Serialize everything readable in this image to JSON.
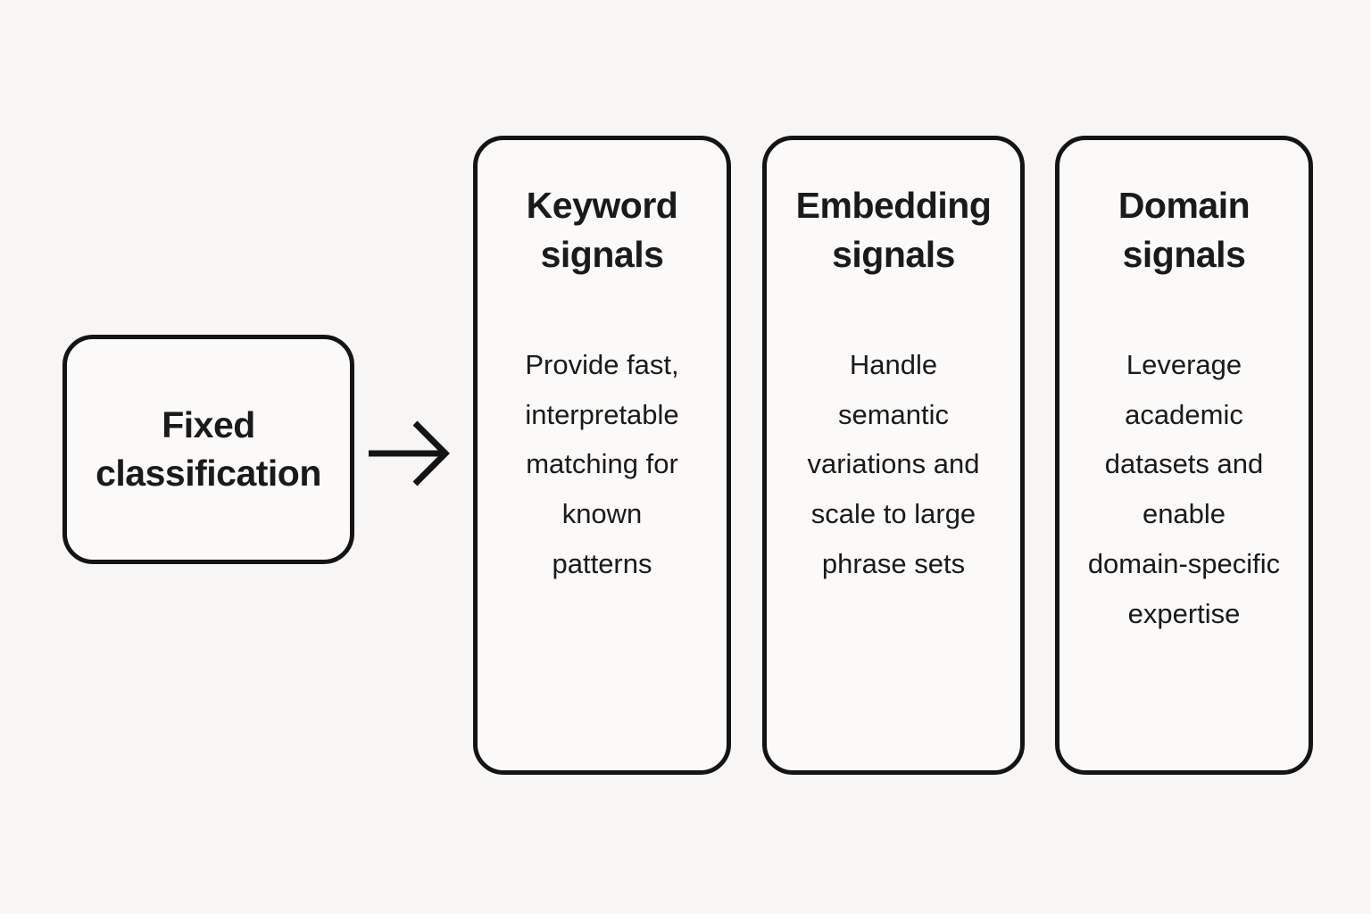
{
  "diagram": {
    "source": {
      "label": "Fixed\nclassification"
    },
    "arrow": {
      "name": "right-arrow",
      "direction": "right"
    },
    "columns": [
      {
        "title": "Keyword\nsignals",
        "body": "Provide fast,\ninterpretable\nmatching for\nknown\npatterns"
      },
      {
        "title": "Embedding\nsignals",
        "body": "Handle\nsemantic\nvariations and\nscale to large\nphrase sets"
      },
      {
        "title": "Domain\nsignals",
        "body": "Leverage\nacademic\ndatasets and\nenable\ndomain-specific\nexpertise"
      }
    ],
    "colors": {
      "background": "#f7f6f5",
      "box_fill": "#fbfaf9",
      "border": "#141414",
      "text": "#1a1a1a"
    }
  }
}
